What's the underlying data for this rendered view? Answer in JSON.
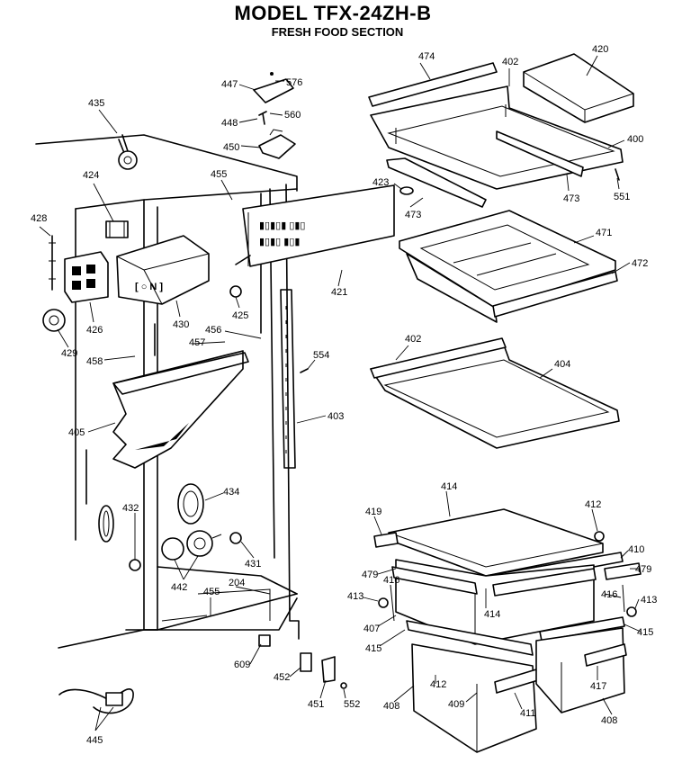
{
  "header": {
    "title": "MODEL TFX-24ZH-B",
    "subtitle": "FRESH FOOD SECTION"
  },
  "parts": [
    {
      "id": "p474",
      "label": "474"
    },
    {
      "id": "p402a",
      "label": "402"
    },
    {
      "id": "p420",
      "label": "420"
    },
    {
      "id": "p400",
      "label": "400"
    },
    {
      "id": "p423",
      "label": "423"
    },
    {
      "id": "p473a",
      "label": "473"
    },
    {
      "id": "p473b",
      "label": "473"
    },
    {
      "id": "p551",
      "label": "551"
    },
    {
      "id": "p471",
      "label": "471"
    },
    {
      "id": "p472",
      "label": "472"
    },
    {
      "id": "p402b",
      "label": "402"
    },
    {
      "id": "p404",
      "label": "404"
    },
    {
      "id": "p435",
      "label": "435"
    },
    {
      "id": "p447",
      "label": "447"
    },
    {
      "id": "p576",
      "label": "576"
    },
    {
      "id": "p448",
      "label": "448"
    },
    {
      "id": "p560",
      "label": "560"
    },
    {
      "id": "p450",
      "label": "450"
    },
    {
      "id": "p424",
      "label": "424"
    },
    {
      "id": "p455a",
      "label": "455"
    },
    {
      "id": "p428",
      "label": "428"
    },
    {
      "id": "p421",
      "label": "421"
    },
    {
      "id": "p425",
      "label": "425"
    },
    {
      "id": "p426",
      "label": "426"
    },
    {
      "id": "p430",
      "label": "430"
    },
    {
      "id": "p429",
      "label": "429"
    },
    {
      "id": "p456",
      "label": "456"
    },
    {
      "id": "p457",
      "label": "457"
    },
    {
      "id": "p458",
      "label": "458"
    },
    {
      "id": "p554",
      "label": "554"
    },
    {
      "id": "p405",
      "label": "405"
    },
    {
      "id": "p403",
      "label": "403"
    },
    {
      "id": "p434",
      "label": "434"
    },
    {
      "id": "p432",
      "label": "432"
    },
    {
      "id": "p431",
      "label": "431"
    },
    {
      "id": "p442",
      "label": "442"
    },
    {
      "id": "p455b",
      "label": "455"
    },
    {
      "id": "p204",
      "label": "204"
    },
    {
      "id": "p414a",
      "label": "414"
    },
    {
      "id": "p419",
      "label": "419"
    },
    {
      "id": "p412a",
      "label": "412"
    },
    {
      "id": "p410",
      "label": "410"
    },
    {
      "id": "p479a",
      "label": "479"
    },
    {
      "id": "p479b",
      "label": "479"
    },
    {
      "id": "p416a",
      "label": "416"
    },
    {
      "id": "p416b",
      "label": "416"
    },
    {
      "id": "p413a",
      "label": "413"
    },
    {
      "id": "p413b",
      "label": "413"
    },
    {
      "id": "p414b",
      "label": "414"
    },
    {
      "id": "p407",
      "label": "407"
    },
    {
      "id": "p415a",
      "label": "415"
    },
    {
      "id": "p415b",
      "label": "415"
    },
    {
      "id": "p609",
      "label": "609"
    },
    {
      "id": "p452",
      "label": "452"
    },
    {
      "id": "p451",
      "label": "451"
    },
    {
      "id": "p552",
      "label": "552"
    },
    {
      "id": "p408a",
      "label": "408"
    },
    {
      "id": "p412b",
      "label": "412"
    },
    {
      "id": "p409",
      "label": "409"
    },
    {
      "id": "p411",
      "label": "411"
    },
    {
      "id": "p417",
      "label": "417"
    },
    {
      "id": "p408b",
      "label": "408"
    },
    {
      "id": "p445",
      "label": "445"
    }
  ]
}
